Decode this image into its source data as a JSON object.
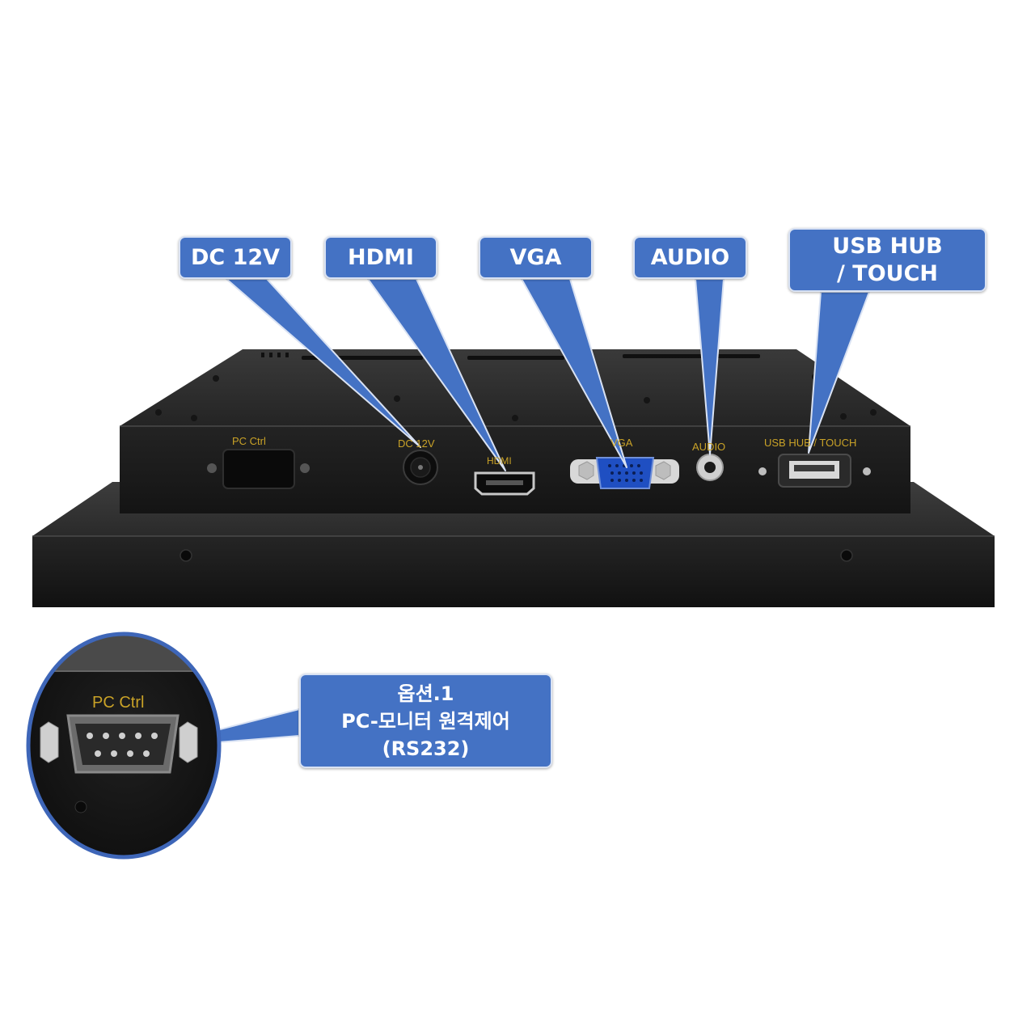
{
  "callouts": {
    "dc": "DC 12V",
    "hdmi": "HDMI",
    "vga": "VGA",
    "audio": "AUDIO",
    "usb_line1": "USB HUB",
    "usb_line2": "/ TOUCH",
    "option_line1": "옵션.1",
    "option_line2": "PC-모니터 원격제어",
    "option_line3": "(RS232)"
  },
  "panel_labels": {
    "pc_ctrl": "PC Ctrl",
    "dc": "DC 12V",
    "hdmi": "HDMI",
    "vga": "VGA",
    "audio": "AUDIO",
    "usb": "USB HUB / TOUCH"
  },
  "zoom_label": "PC Ctrl",
  "colors": {
    "callout_blue": "#4472c4",
    "label_gold": "#c9a227",
    "chassis": "#1c1c1c",
    "vga_blue": "#1f4fc2"
  }
}
